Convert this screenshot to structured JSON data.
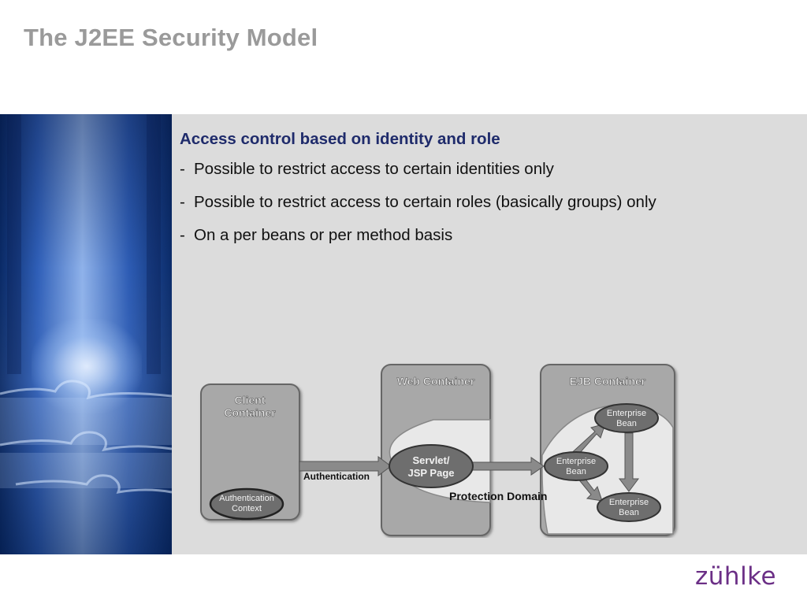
{
  "title": "The J2EE Security Model",
  "content": {
    "heading": "Access control based on identity and role",
    "bullets": [
      "Possible to restrict access to certain identities only",
      "Possible to restrict access to certain roles (basically groups) only",
      "On a per beans or per method basis"
    ],
    "bullet_marker": "-"
  },
  "diagram": {
    "client_container": [
      "Client",
      "Container"
    ],
    "auth_context": [
      "Authentication",
      "Context"
    ],
    "web_container": "Web Container",
    "servlet": [
      "Servlet/",
      "JSP Page"
    ],
    "ejb_container": "EJB Container",
    "bean_top": [
      "Enterprise",
      "Bean"
    ],
    "bean_left": [
      "Enterprise",
      "Bean"
    ],
    "bean_bottom": [
      "Enterprise",
      "Bean"
    ],
    "authentication_label": "Authentication",
    "protection_domain_label": "Protection Domain"
  },
  "logo": "zühlke",
  "colors": {
    "title": "#9a9a9a",
    "heading": "#1f2b6b",
    "band": "#dcdcdc",
    "logo": "#6b2f86"
  }
}
